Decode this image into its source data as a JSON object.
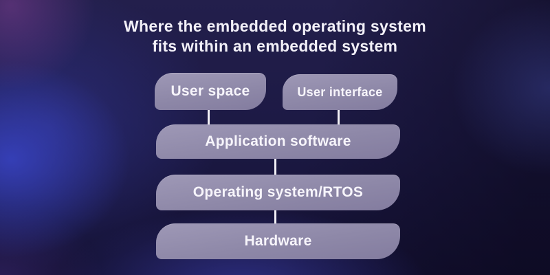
{
  "title": {
    "line1": "Where the embedded operating system",
    "line2": "fits within an embedded system"
  },
  "diagram": {
    "boxes": [
      {
        "id": "user-space",
        "label": "User space"
      },
      {
        "id": "user-interface",
        "label": "User interface"
      },
      {
        "id": "application-software",
        "label": "Application software"
      },
      {
        "id": "operating-system-rtos",
        "label": "Operating system/RTOS"
      },
      {
        "id": "hardware",
        "label": "Hardware"
      }
    ],
    "connections": [
      {
        "from": "user-space",
        "to": "application-software"
      },
      {
        "from": "user-interface",
        "to": "application-software"
      },
      {
        "from": "application-software",
        "to": "operating-system-rtos"
      },
      {
        "from": "operating-system-rtos",
        "to": "hardware"
      }
    ]
  },
  "colors": {
    "background_base": "#1c1944",
    "background_glow_blue": "#3a46cd",
    "background_glow_purple": "#7d3e91",
    "box_fill_top": "#9e98b6",
    "box_fill_bottom": "#837c9f",
    "box_text": "#f7f5fb",
    "title_text": "#f2f0f8",
    "connector": "#f2f0f5"
  }
}
